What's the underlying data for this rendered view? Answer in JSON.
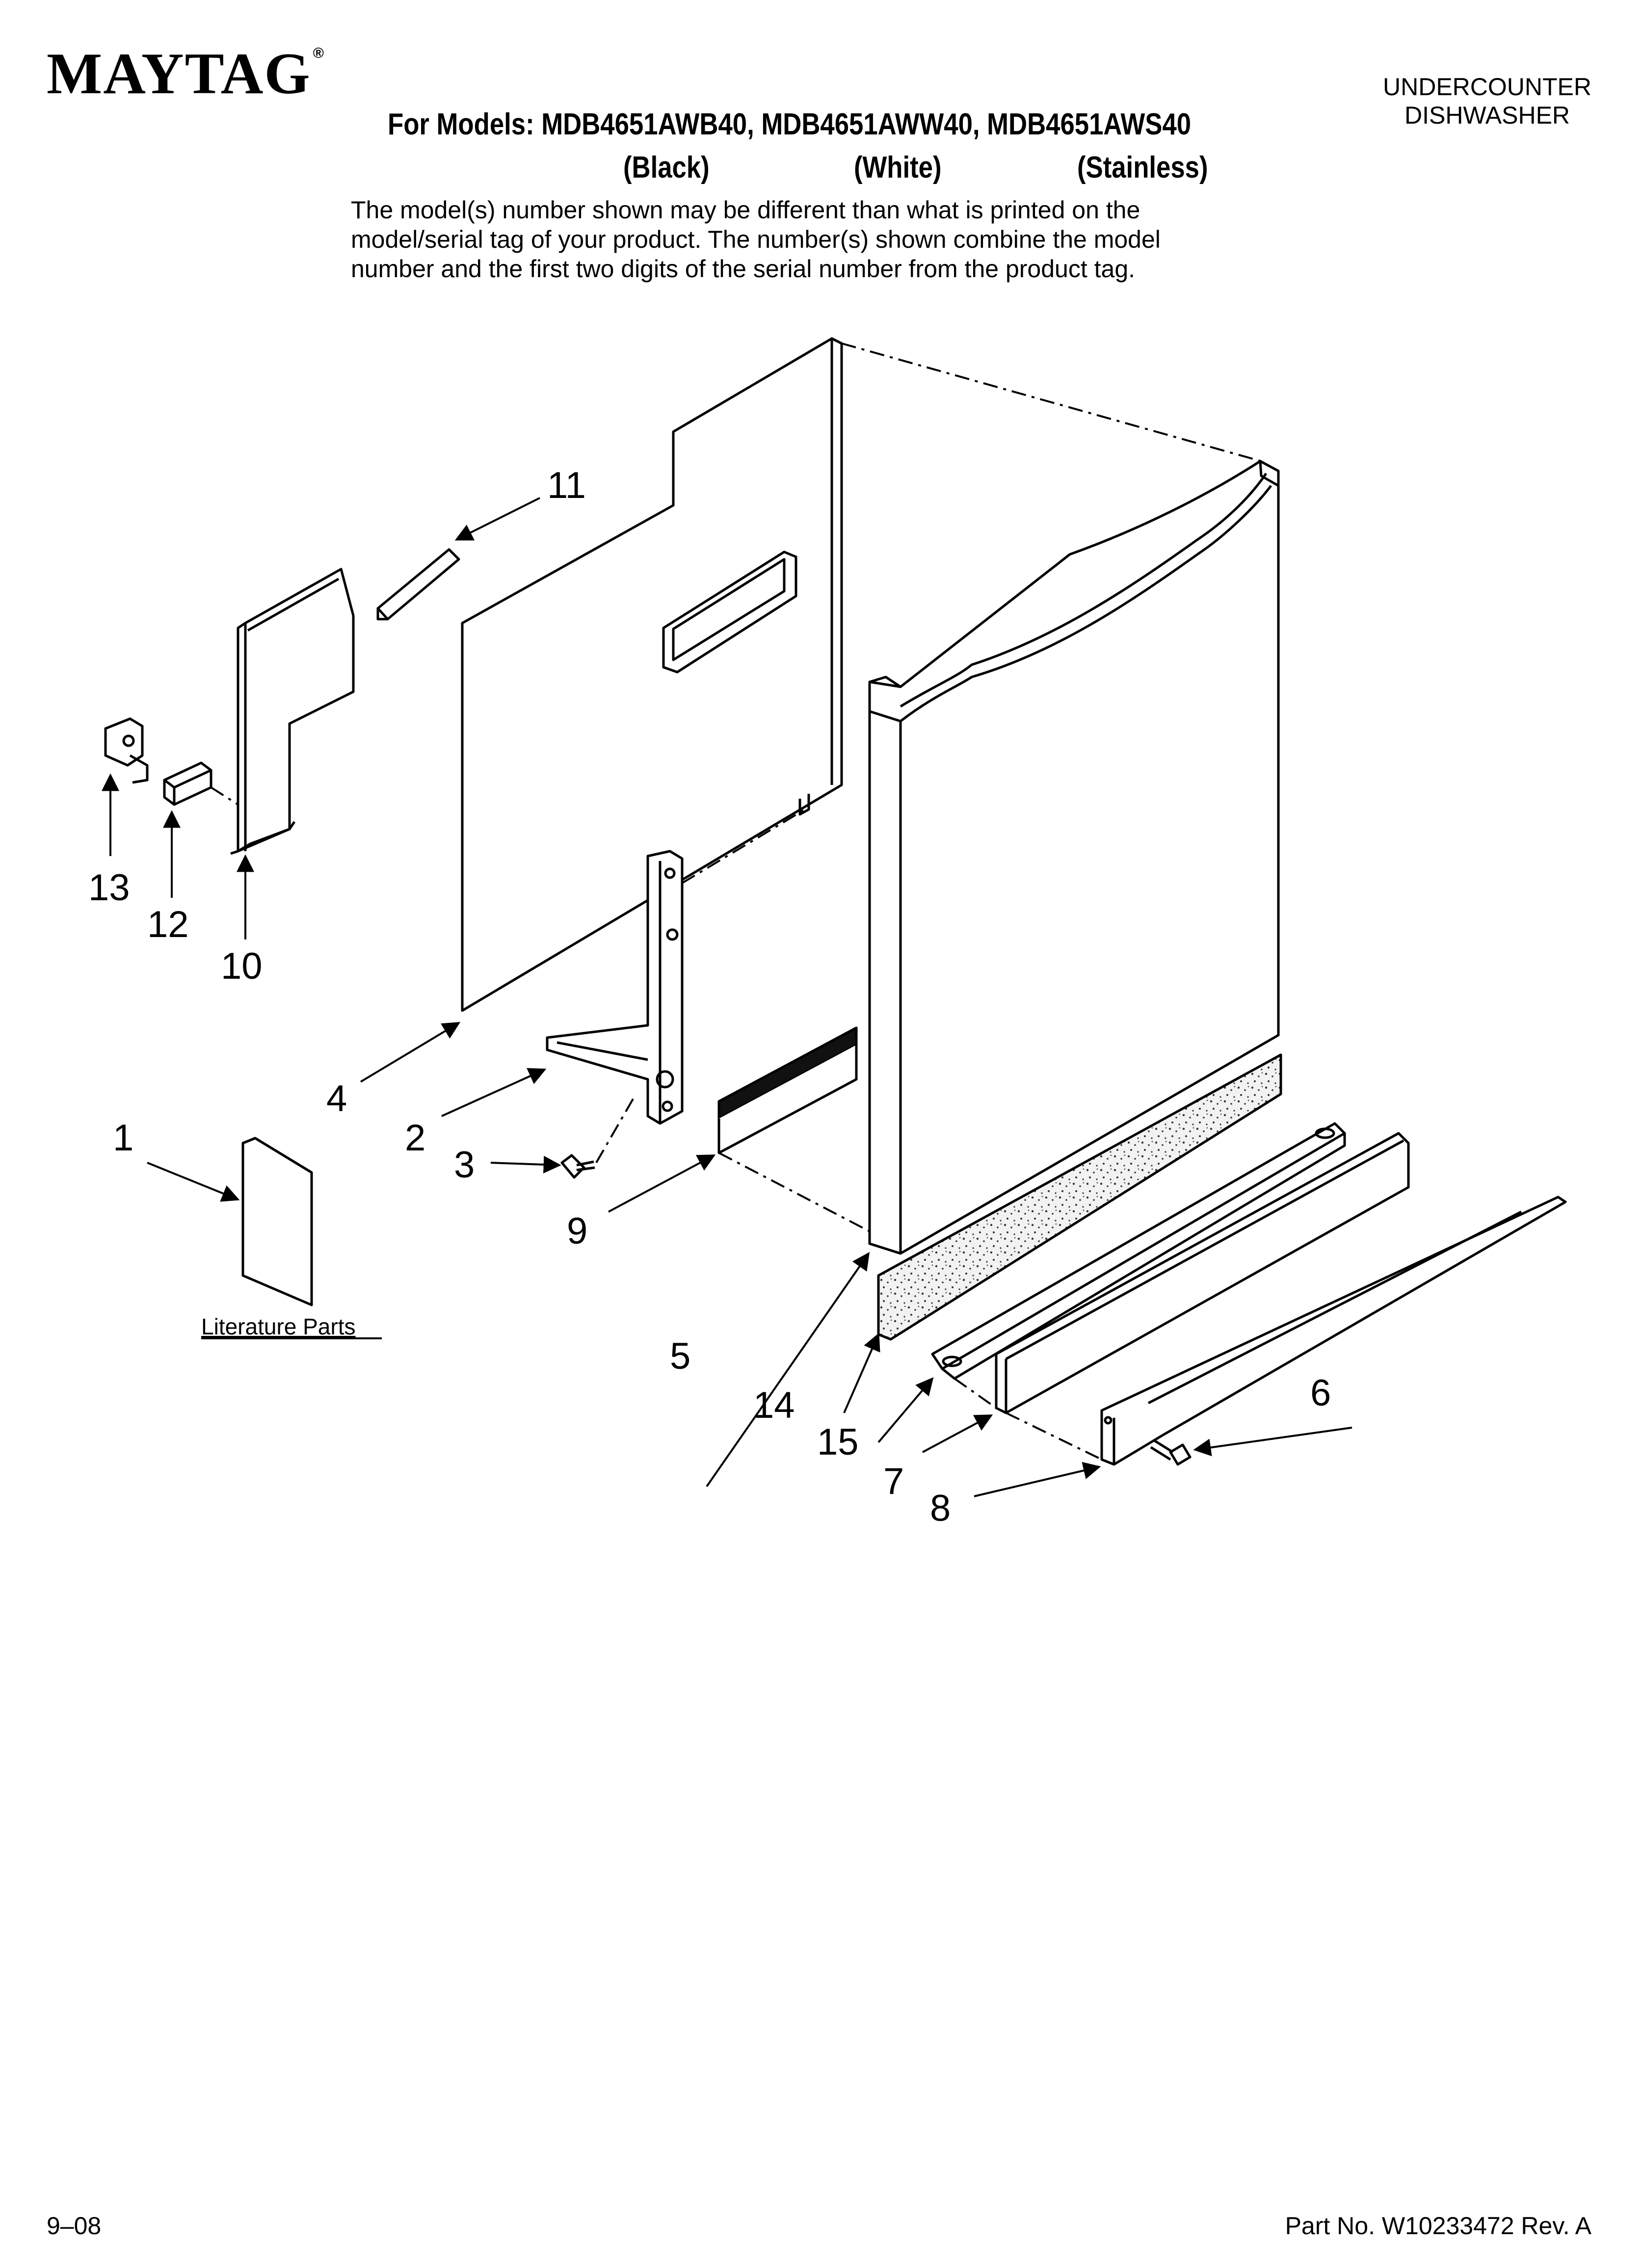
{
  "header": {
    "brand": "MAYTAG",
    "brand_mark": "®",
    "product_line1": "UNDERCOUNTER",
    "product_line2": "DISHWASHER",
    "models": "For Models: MDB4651AWB40, MDB4651AWW40, MDB4651AWS40",
    "variants": {
      "black": "(Black)",
      "white": "(White)",
      "stainless": "(Stainless)"
    },
    "note_lines": [
      "The model(s) number shown may be different than what is printed on the",
      "model/serial tag of your product. The number(s) shown combine the model",
      "number and the first two digits of the serial number from the product tag."
    ]
  },
  "diagram": {
    "callouts": {
      "c1": "1",
      "c2": "2",
      "c3": "3",
      "c4": "4",
      "c5": "5",
      "c6": "6",
      "c7": "7",
      "c8": "8",
      "c9": "9",
      "c10": "10",
      "c11": "11",
      "c12": "12",
      "c13": "13",
      "c14": "14",
      "c15": "15"
    },
    "literature_label": "Literature Parts"
  },
  "footer": {
    "date": "9–08",
    "part_number": "Part No. W10233472 Rev. A"
  }
}
